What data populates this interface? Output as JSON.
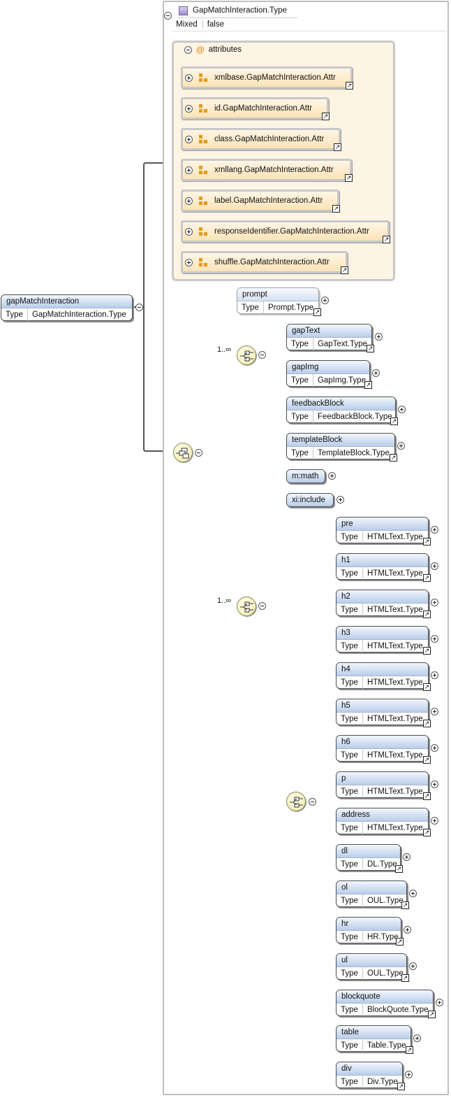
{
  "root": {
    "name": "gapMatchInteraction",
    "type_key": "Type",
    "type_value": "GapMatchInteraction.Type"
  },
  "complex_type": {
    "name": "GapMatchInteraction.Type",
    "mixed_key": "Mixed",
    "mixed_value": "false",
    "attributes_label": "attributes",
    "attributes": [
      "xmlbase.GapMatchInteraction.Attr",
      "id.GapMatchInteraction.Attr",
      "class.GapMatchInteraction.Attr",
      "xmllang.GapMatchInteraction.Attr",
      "label.GapMatchInteraction.Attr",
      "responseIdentifier.GapMatchInteraction.Attr",
      "shuffle.GapMatchInteraction.Attr"
    ]
  },
  "prompt": {
    "name": "prompt",
    "type_key": "Type",
    "type_value": "Prompt.Type"
  },
  "choice_group": {
    "cardinality": "1..∞",
    "elements": [
      {
        "name": "gapText",
        "type_key": "Type",
        "type_value": "GapText.Type"
      },
      {
        "name": "gapImg",
        "type_key": "Type",
        "type_value": "GapImg.Type"
      }
    ]
  },
  "block_group": {
    "cardinality": "1..∞",
    "elements": [
      {
        "name": "feedbackBlock",
        "type_key": "Type",
        "type_value": "FeedbackBlock.Type"
      },
      {
        "name": "templateBlock",
        "type_key": "Type",
        "type_value": "TemplateBlock.Type"
      },
      {
        "name": "m:math"
      },
      {
        "name": "xi:include"
      }
    ]
  },
  "block_choice": {
    "elements": [
      {
        "name": "pre",
        "type_key": "Type",
        "type_value": "HTMLText.Type"
      },
      {
        "name": "h1",
        "type_key": "Type",
        "type_value": "HTMLText.Type"
      },
      {
        "name": "h2",
        "type_key": "Type",
        "type_value": "HTMLText.Type"
      },
      {
        "name": "h3",
        "type_key": "Type",
        "type_value": "HTMLText.Type"
      },
      {
        "name": "h4",
        "type_key": "Type",
        "type_value": "HTMLText.Type"
      },
      {
        "name": "h5",
        "type_key": "Type",
        "type_value": "HTMLText.Type"
      },
      {
        "name": "h6",
        "type_key": "Type",
        "type_value": "HTMLText.Type"
      },
      {
        "name": "p",
        "type_key": "Type",
        "type_value": "HTMLText.Type"
      },
      {
        "name": "address",
        "type_key": "Type",
        "type_value": "HTMLText.Type"
      },
      {
        "name": "dl",
        "type_key": "Type",
        "type_value": "DL.Type"
      },
      {
        "name": "ol",
        "type_key": "Type",
        "type_value": "OUL.Type"
      },
      {
        "name": "hr",
        "type_key": "Type",
        "type_value": "HR.Type"
      },
      {
        "name": "ul",
        "type_key": "Type",
        "type_value": "OUL.Type"
      },
      {
        "name": "blockquote",
        "type_key": "Type",
        "type_value": "BlockQuote.Type"
      },
      {
        "name": "table",
        "type_key": "Type",
        "type_value": "Table.Type"
      },
      {
        "name": "div",
        "type_key": "Type",
        "type_value": "Div.Type"
      }
    ]
  },
  "colors": {
    "element_header": "#b9cdeb",
    "attributes_bg": "#fdf4e4",
    "attribute_icon": "#e39a1e",
    "compositor": "#f1e8a8"
  },
  "icons": {
    "collapse": "minus-circle-icon",
    "expand": "plus-circle-icon",
    "attribute": "attribute-icon",
    "reference": "link-arrow-icon",
    "type": "complex-type-icon",
    "sequence": "sequence-compositor-icon",
    "choice": "choice-compositor-icon"
  }
}
